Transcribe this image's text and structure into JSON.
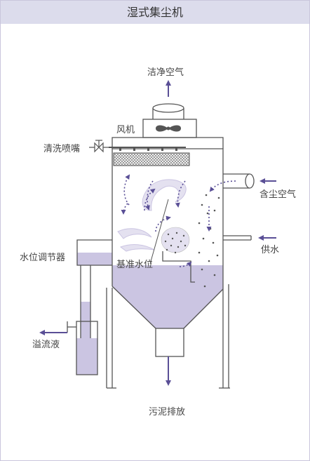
{
  "title": "湿式集尘机",
  "labels": {
    "clean_air": "洁净空气",
    "fan": "风机",
    "spray_nozzle": "清洗喷嘴",
    "dusty_air": "含尘空气",
    "water_supply": "供水",
    "level_regulator": "水位调节器",
    "base_level": "基准水位",
    "overflow": "溢流液",
    "sludge_discharge": "污泥排放"
  },
  "colors": {
    "outline": "#555555",
    "arrow": "#5a4f96",
    "water": "#cbc5e2",
    "header_bg": "#dcdcec",
    "frame_border": "#c9c6dc"
  }
}
